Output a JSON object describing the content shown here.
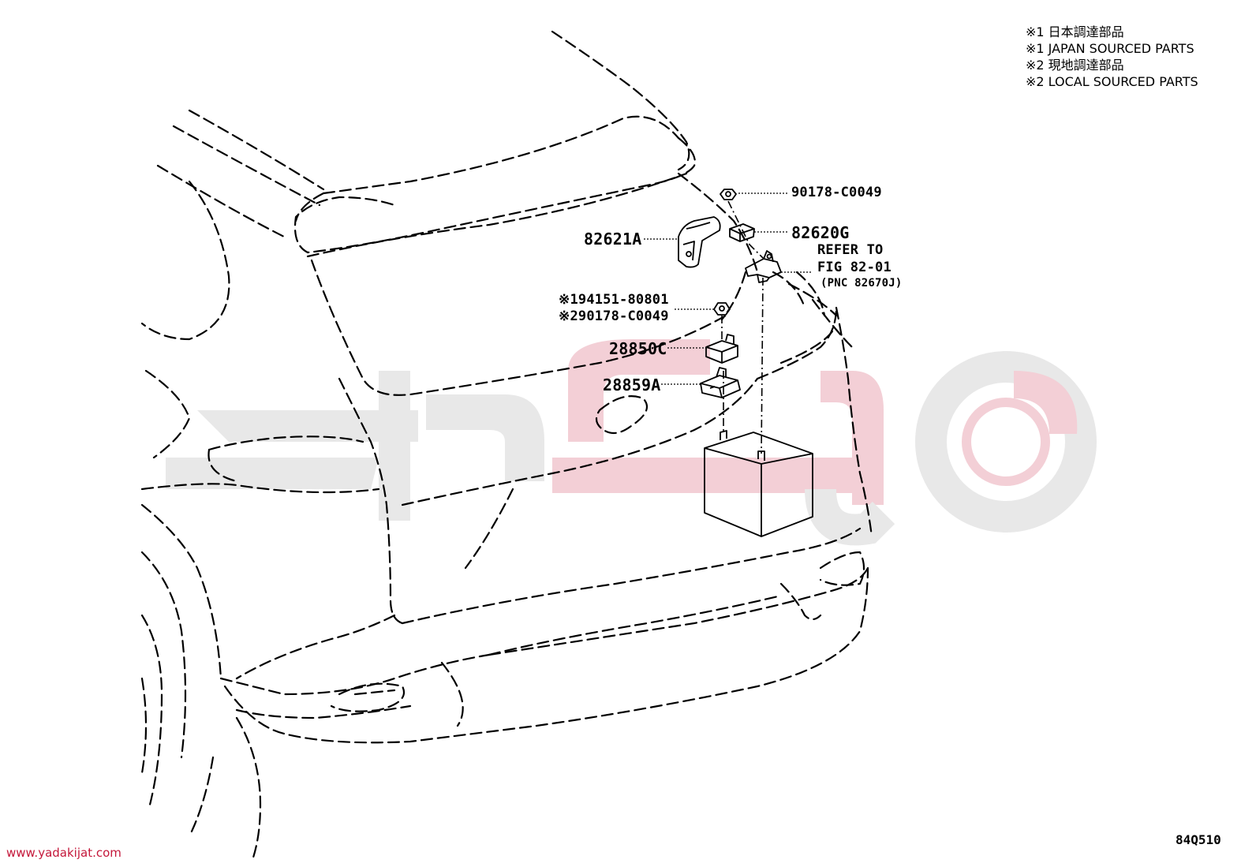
{
  "legend": [
    "※1 日本調達部品",
    "※1 JAPAN SOURCED PARTS",
    "※2 現地調達部品",
    "※2 LOCAL SOURCED PARTS"
  ],
  "parts": {
    "p90178": "90178-C0049",
    "p82621A": "82621A",
    "p82620G": "82620G",
    "refer_line1": "REFER TO",
    "refer_line2": "FIG 82-01",
    "refer_line3": "(PNC 82670J)",
    "p194151": "※194151-80801",
    "p290178": "※290178-C0049",
    "p28850C": "28850C",
    "p28859A": "28859A"
  },
  "diagram_code": "84Q510",
  "website": "www.yadakijat.com",
  "colors": {
    "line": "#000000",
    "watermark_gray": "#e6e6e6",
    "watermark_red": "#f3cfd6",
    "url_red": "#c4173a"
  }
}
